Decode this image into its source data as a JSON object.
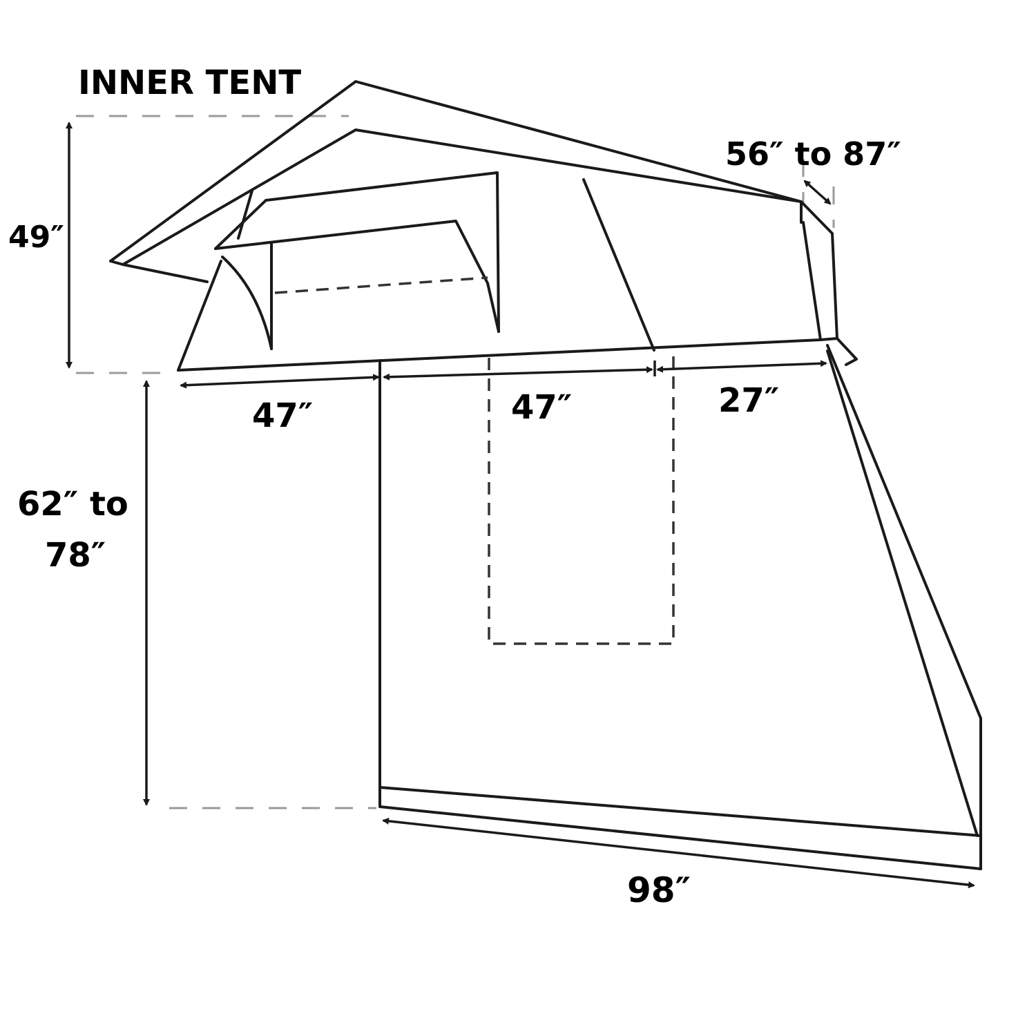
{
  "title": "INNER TENT",
  "colors": {
    "line": "#1a1a1a",
    "dim_guide": "#9a9a9a",
    "background": "#ffffff"
  },
  "dimensions": {
    "inner_height": "49″",
    "awning_extension": "56″ to 87″",
    "base_segment_1": "47″",
    "base_segment_2": "47″",
    "base_segment_3": "27″",
    "annex_height_line1": "62″ to",
    "annex_height_line2": "78″",
    "annex_length": "98″"
  }
}
